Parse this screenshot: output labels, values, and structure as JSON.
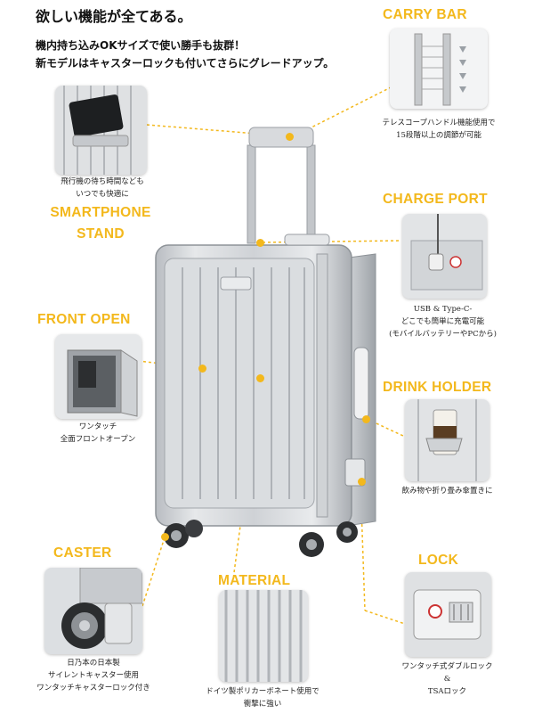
{
  "header": {
    "line1": "欲しい機能が全てある。",
    "line2": "機内持ち込みOKサイズで使い勝手も抜群！",
    "line3": "新モデルはキャスターロックも付いてさらにグレードアップ。"
  },
  "features": {
    "carry_bar": {
      "title": "CARRY BAR",
      "caption_1": "テレスコープハンドル機能使用で",
      "caption_2": "15段階以上の調節が可能"
    },
    "smartphone_stand": {
      "title_1": "SMARTPHONE",
      "title_2": "STAND",
      "caption_1": "飛行機の待ち時間なども",
      "caption_2": "いつでも快適に"
    },
    "charge_port": {
      "title": "CHARGE PORT",
      "caption_1": "USB & Type-C-",
      "caption_2": "どこでも簡単に充電可能",
      "caption_3": "(モバイルバッテリーやPCから)"
    },
    "front_open": {
      "title": "FRONT OPEN",
      "caption_1": "ワンタッチ",
      "caption_2": "全面フロントオープン"
    },
    "drink_holder": {
      "title": "DRINK HOLDER",
      "caption_1": "飲み物や折り畳み傘置きに"
    },
    "caster": {
      "title": "CASTER",
      "caption_1": "日乃本の日本製",
      "caption_2": "サイレントキャスター使用",
      "caption_3": "ワンタッチキャスターロック付き"
    },
    "material": {
      "title": "MATERIAL",
      "caption_1": "ドイツ製ポリカーボネート使用で",
      "caption_2": "衝撃に強い"
    },
    "lock": {
      "title": "LOCK",
      "caption_1": "ワンタッチ式ダブルロック",
      "caption_2": "&",
      "caption_3": "TSAロック"
    }
  },
  "colors": {
    "accent": "#f3b81c",
    "silver": "#c8cbcf",
    "text": "#222222"
  }
}
